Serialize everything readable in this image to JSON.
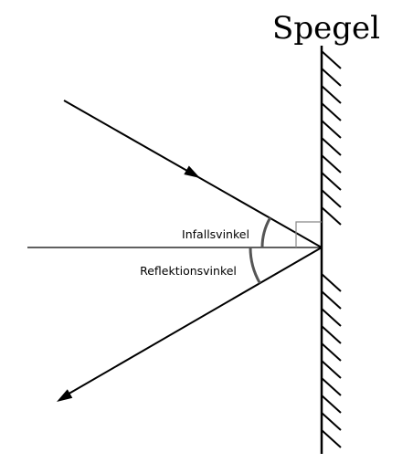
{
  "title": "Spegel",
  "labels": {
    "incidence": "Infallsvinkel",
    "reflection": "Reflektionsvinkel"
  },
  "colors": {
    "ink": "#000000",
    "arc": "#555555",
    "right_angle": "#888888",
    "background": "#ffffff"
  }
}
